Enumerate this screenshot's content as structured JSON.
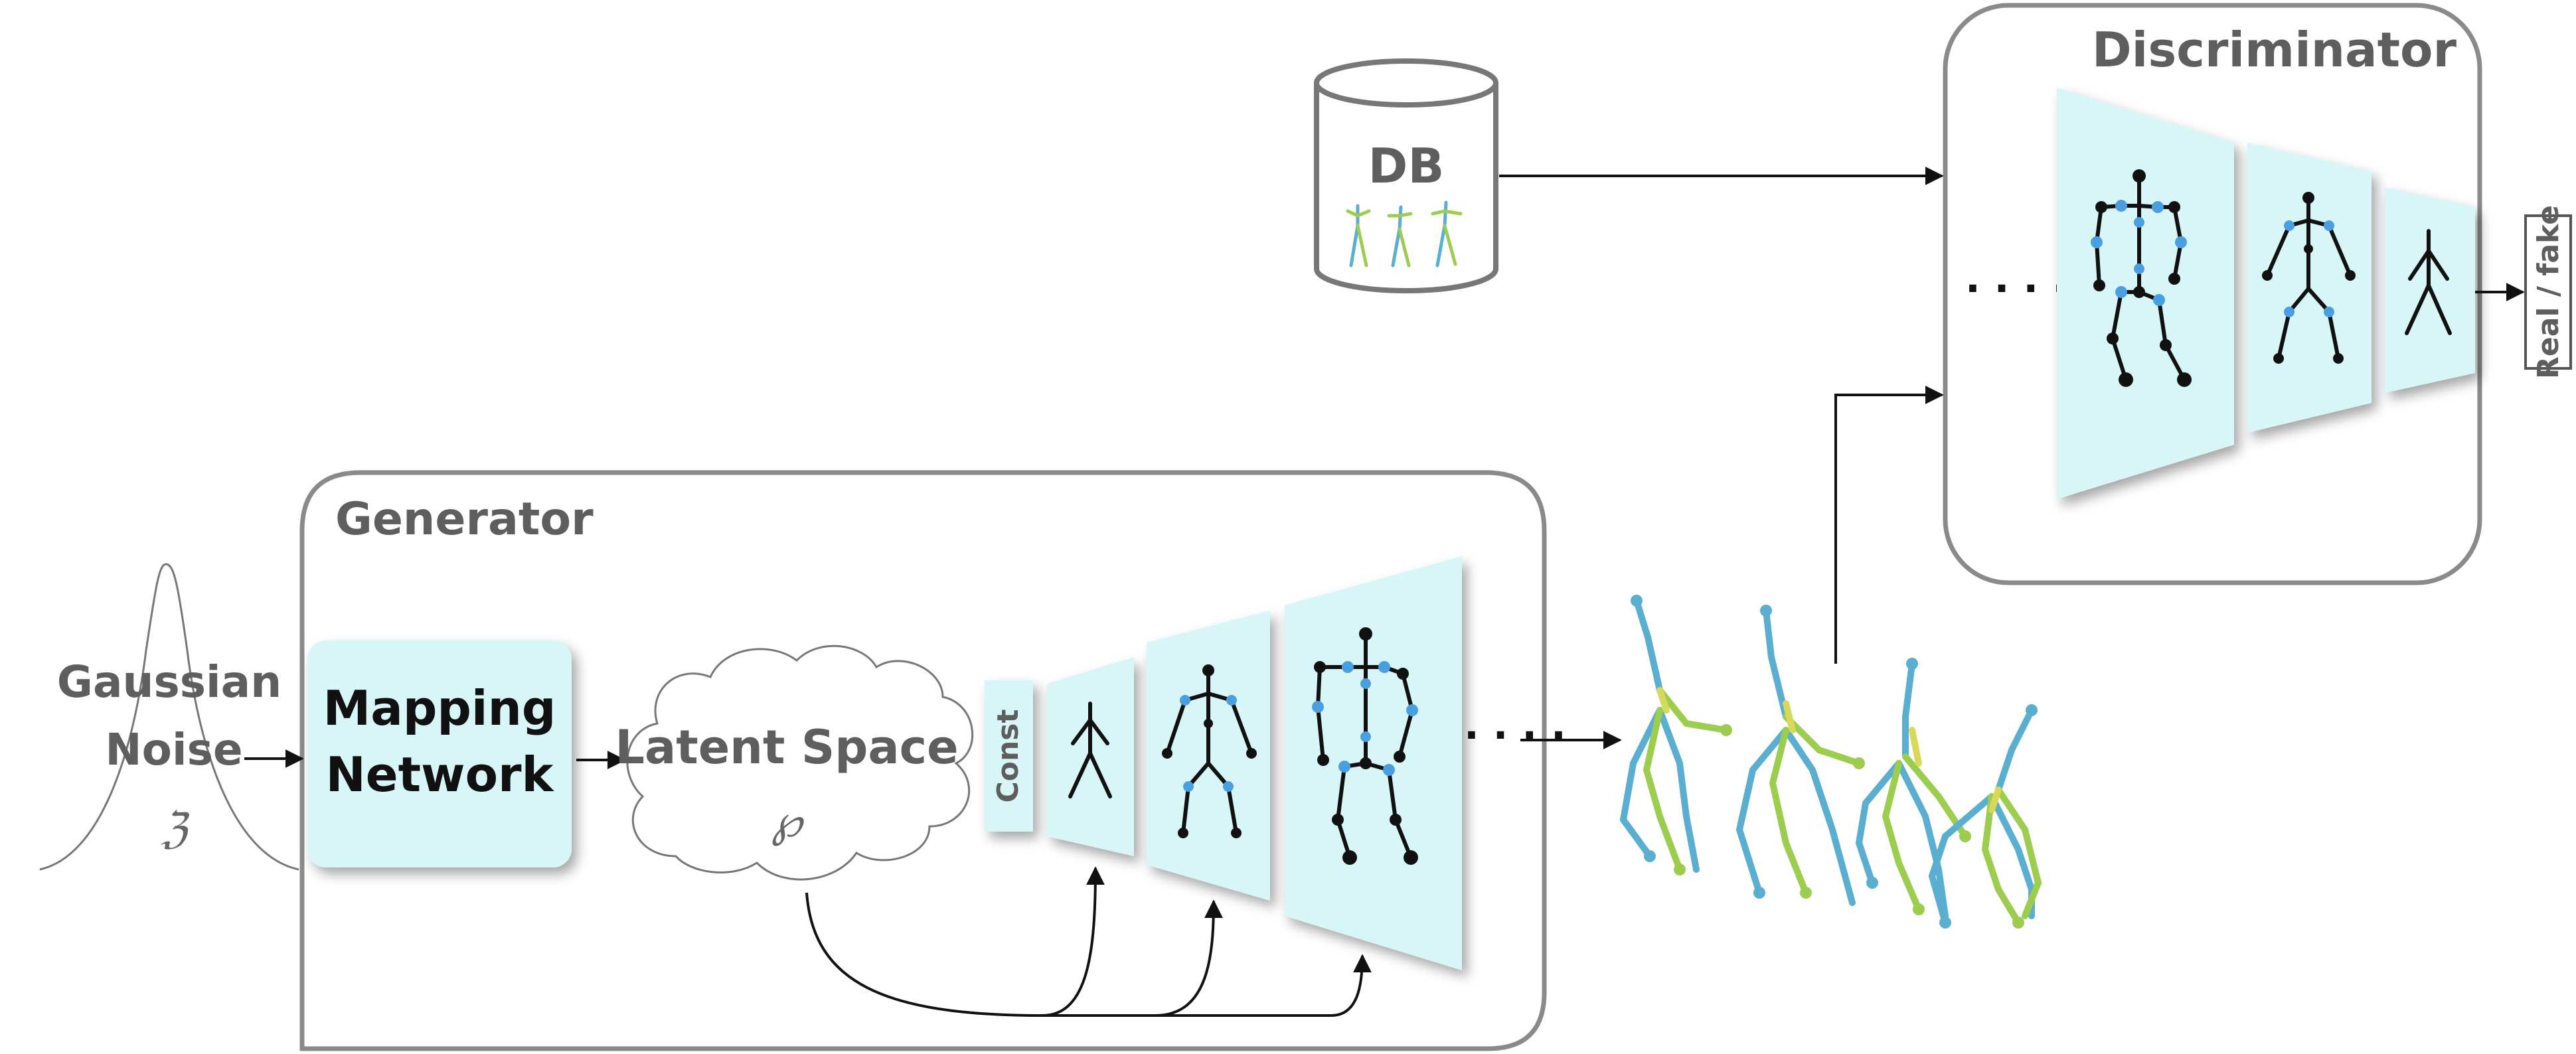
{
  "generator": {
    "title": "Generator"
  },
  "discriminator": {
    "title": "Discriminator",
    "output_label": "Real / fake"
  },
  "noise": {
    "line1": "Gaussian",
    "line2": "Noise",
    "symbol": "ℨ"
  },
  "mapping": {
    "line1": "Mapping",
    "line2": "Network"
  },
  "latent": {
    "label": "Latent Space",
    "symbol": "℘"
  },
  "const": {
    "label": "Const"
  },
  "database": {
    "label": "DB"
  },
  "ellipsis": "· · · ·",
  "colors": {
    "layer_fill": "#d8f6f8",
    "joint_blue": "#4a9fe0",
    "frame_gray": "#888888",
    "motion_blue": "#5aaed0",
    "motion_green": "#9ccd4f"
  }
}
